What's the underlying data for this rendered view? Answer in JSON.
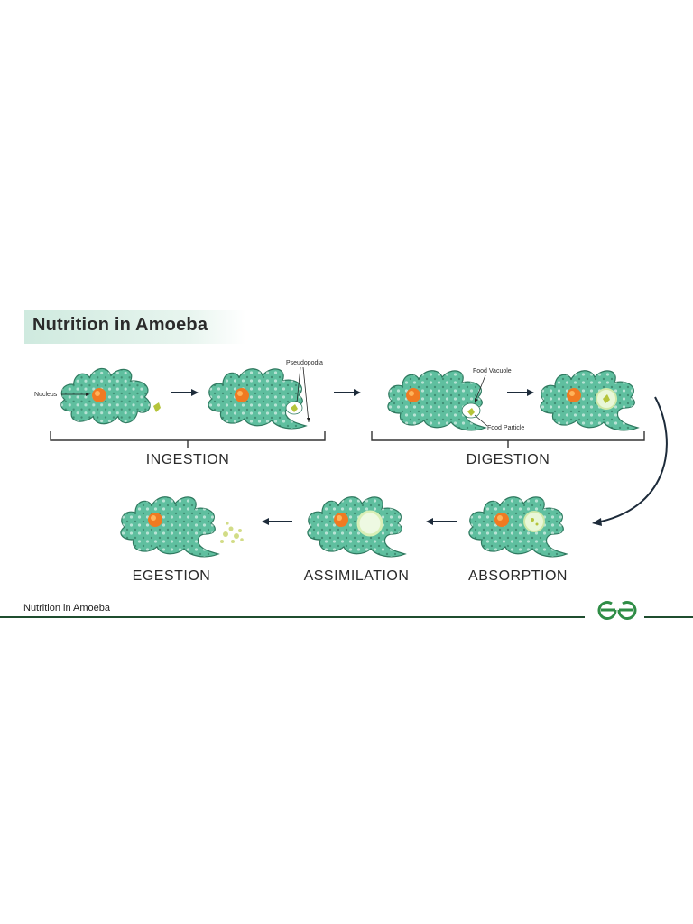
{
  "title": "Nutrition in Amoeba",
  "caption": "Nutrition in Amoeba",
  "labels": {
    "nucleus": "Nucleus",
    "pseudopodia": "Pseudopodia",
    "food_vacuole": "Food Vacuole",
    "food_particle": "Food Particle"
  },
  "stages": {
    "ingestion": "INGESTION",
    "digestion": "DIGESTION",
    "egestion": "EGESTION",
    "assimilation": "ASSIMILATION",
    "absorption": "ABSORPTION"
  },
  "colors": {
    "amoeba_fill": "#5fbf9f",
    "amoeba_stroke": "#2f7a60",
    "nucleus": "#f07a22",
    "food": "#b5c43a",
    "arrow": "#1d2b3a",
    "brand": "#2f8d46"
  },
  "icons": [
    "right-arrow-icon",
    "left-arrow-icon",
    "curved-arrow-icon",
    "gfg-logo-icon"
  ]
}
